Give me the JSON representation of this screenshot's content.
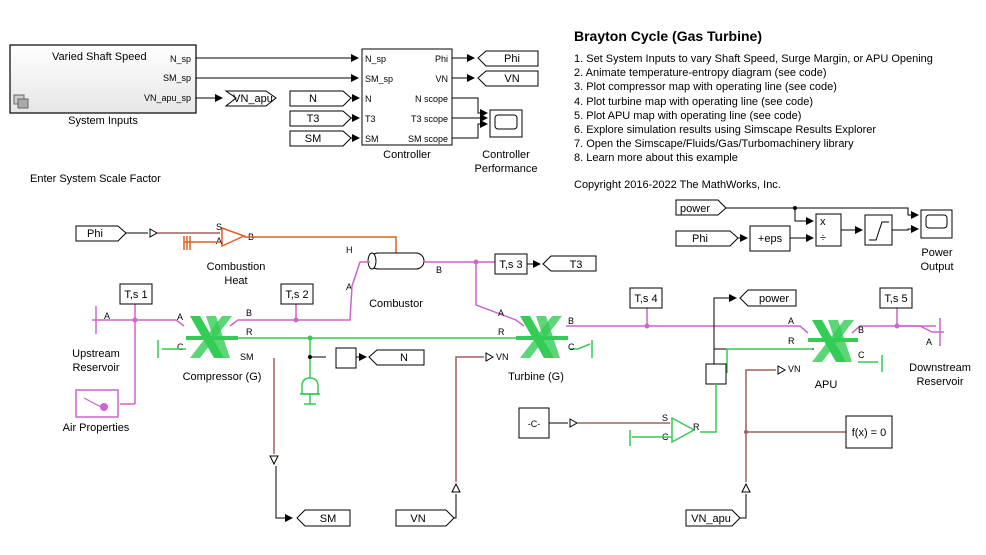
{
  "info": {
    "title": "Brayton Cycle (Gas Turbine)",
    "items": [
      "1. Set System Inputs to vary Shaft Speed, Surge Margin, or APU Opening",
      "2. Animate temperature-entropy diagram (see code)",
      "3. Plot compressor map with operating line (see code)",
      "4. Plot turbine map with operating line (see code)",
      "5. Plot APU map with operating line (see code)",
      "6. Explore simulation results using Simscape Results Explorer",
      "7. Open the Simscape/Fluids/Gas/Turbomachinery library",
      "8. Learn more about this example"
    ],
    "copyright": "Copyright 2016-2022 The MathWorks, Inc."
  },
  "system_inputs": {
    "inner_title": "Varied Shaft Speed",
    "ports": [
      "N_sp",
      "SM_sp",
      "VN_apu_sp"
    ],
    "label": "System Inputs"
  },
  "scale_factor_label": "Enter System Scale Factor",
  "controller": {
    "in_ports": [
      "N_sp",
      "SM_sp",
      "N",
      "T3",
      "SM"
    ],
    "out_ports": [
      "Phi",
      "VN",
      "N scope",
      "T3 scope",
      "SM scope"
    ],
    "label": "Controller"
  },
  "controller_performance": {
    "label_line1": "Controller",
    "label_line2": "Performance"
  },
  "tags": {
    "goto_phi": "Phi",
    "goto_vn": "VN",
    "goto_vn_apu": "VN_apu",
    "from_n": "N",
    "from_t3": "T3",
    "from_sm": "SM",
    "from_phi": "Phi",
    "goto_t3": "T3",
    "goto_n": "N",
    "goto_sm": "SM",
    "from_vn": "VN",
    "from_vn_apu": "VN_apu",
    "from_power": "power",
    "from_phi_power": "Phi",
    "goto_power": "power"
  },
  "power_output": {
    "eps_label": "+eps",
    "mult_x": "x",
    "mult_div": "÷",
    "label_line1": "Power",
    "label_line2": "Output"
  },
  "combustion_heat": {
    "label_line1": "Combustion",
    "label_line2": "Heat",
    "port_s": "S",
    "port_a": "A",
    "port_b": "B"
  },
  "combustor": {
    "label": "Combustor",
    "port_h": "H",
    "port_a": "A",
    "port_b": "B"
  },
  "sensors": {
    "ts1": "T,s 1",
    "ts2": "T,s 2",
    "ts3": "T,s 3",
    "ts4": "T,s 4",
    "ts5": "T,s 5"
  },
  "compressor": {
    "label": "Compressor (G)",
    "port_a": "A",
    "port_b": "B",
    "port_r": "R",
    "port_c": "C",
    "port_sm": "SM"
  },
  "turbine": {
    "label": "Turbine (G)",
    "port_a": "A",
    "port_b": "B",
    "port_r": "R",
    "port_c": "C",
    "port_vn": "VN"
  },
  "apu": {
    "label": "APU",
    "port_a": "A",
    "port_b": "B",
    "port_r": "R",
    "port_c": "C",
    "port_vn": "VN"
  },
  "upstream_reservoir": {
    "label_line1": "Upstream",
    "label_line2": "Reservoir",
    "port": "A"
  },
  "downstream_reservoir": {
    "label_line1": "Downstream",
    "label_line2": "Reservoir",
    "port": "A"
  },
  "air_properties": {
    "label": "Air Properties"
  },
  "constant_block": {
    "label": "-C-"
  },
  "source_block": {
    "port_s": "S",
    "port_c": "C",
    "port_r": "R"
  },
  "fcn_block": {
    "label": "f(x) = 0"
  }
}
